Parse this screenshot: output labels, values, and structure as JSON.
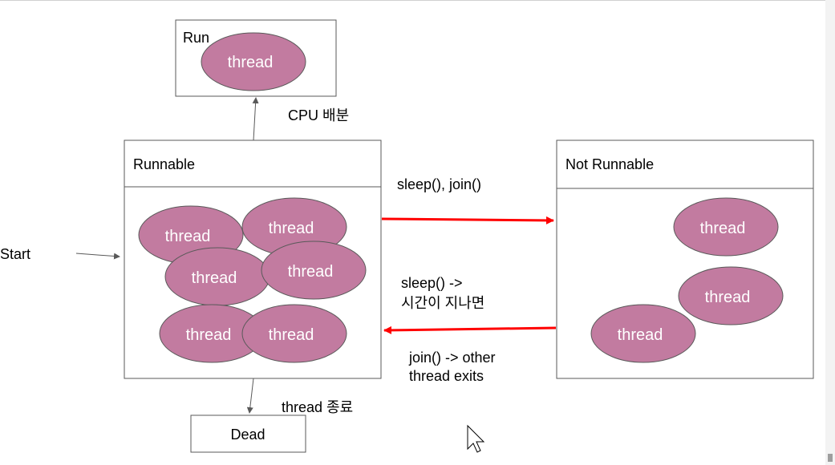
{
  "diagram": {
    "states": {
      "run": {
        "label": "Run"
      },
      "runnable": {
        "label": "Runnable"
      },
      "not_runnable": {
        "label": "Not Runnable"
      },
      "dead": {
        "label": "Dead"
      }
    },
    "thread_label": "thread",
    "start_label": "Start",
    "transitions": {
      "cpu": "CPU 배분",
      "to_not_runnable": "sleep(), join()",
      "sleep_back_line1": "sleep() ->",
      "sleep_back_line2": "시간이 지나면",
      "join_back_line1": "join() -> other",
      "join_back_line2": "thread exits",
      "terminate": "thread 종료"
    },
    "colors": {
      "thread_fill": "#c27ba0",
      "box_stroke": "#595959",
      "arrow_red": "#ff0000",
      "arrow_gray": "#595959"
    }
  }
}
